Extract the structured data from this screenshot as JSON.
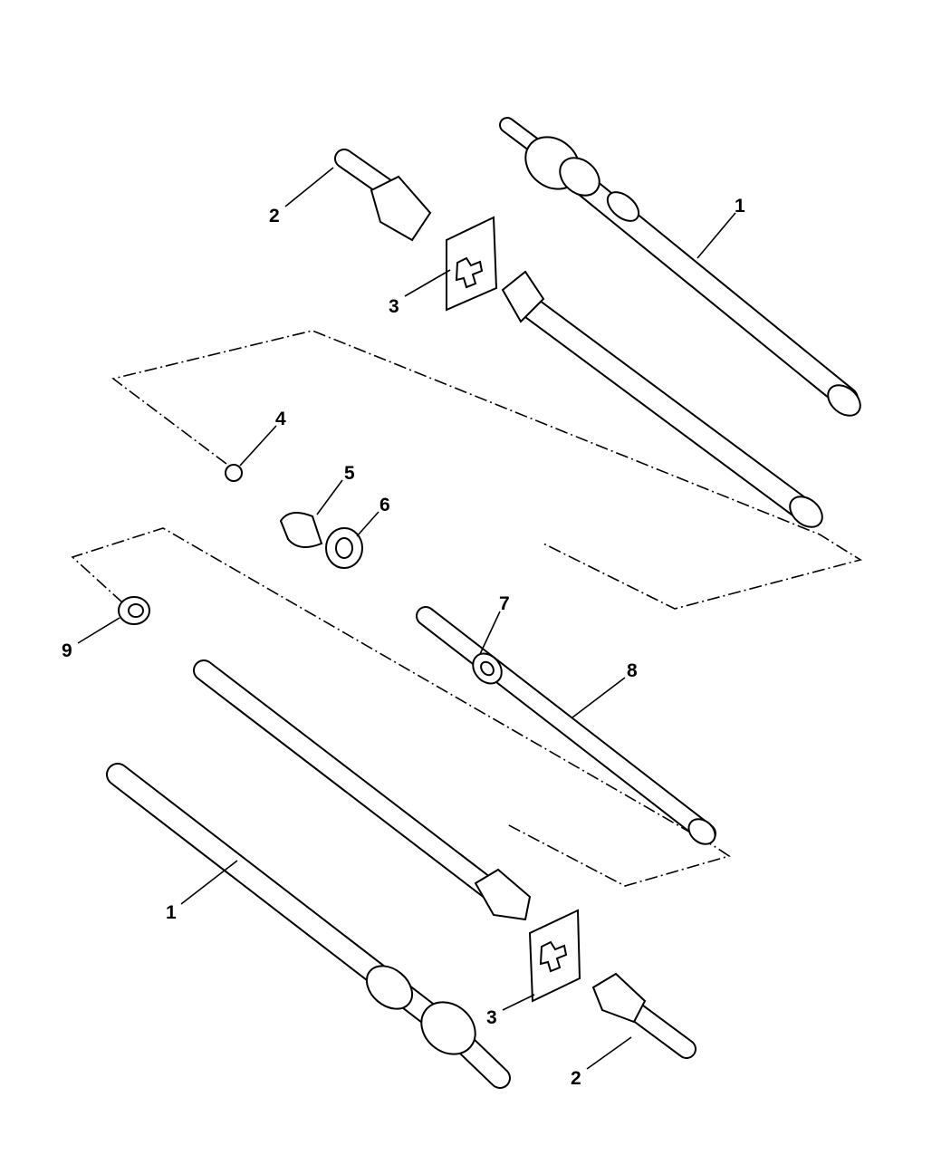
{
  "diagram": {
    "type": "exploded parts diagram - front axle shafts",
    "callouts": [
      {
        "id": "c1a",
        "label": "1"
      },
      {
        "id": "c2a",
        "label": "2"
      },
      {
        "id": "c3a",
        "label": "3"
      },
      {
        "id": "c4",
        "label": "4"
      },
      {
        "id": "c5",
        "label": "5"
      },
      {
        "id": "c6",
        "label": "6"
      },
      {
        "id": "c7",
        "label": "7"
      },
      {
        "id": "c8",
        "label": "8"
      },
      {
        "id": "c9",
        "label": "9"
      },
      {
        "id": "c1b",
        "label": "1"
      },
      {
        "id": "c3b",
        "label": "3"
      },
      {
        "id": "c2b",
        "label": "2"
      }
    ]
  }
}
